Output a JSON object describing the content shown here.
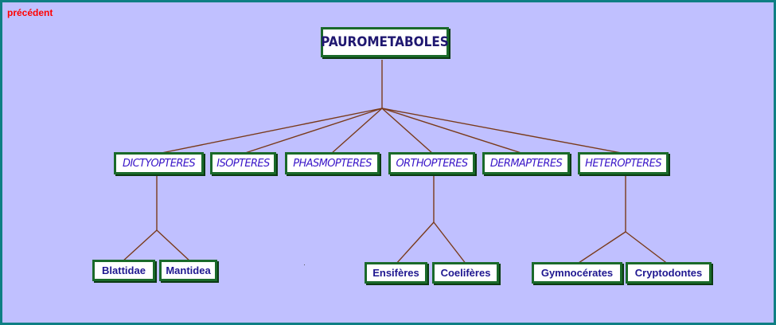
{
  "nav": {
    "previous_label": "précédent"
  },
  "diagram": {
    "root": "PAUROMETABOLES",
    "orders": [
      "DICTYOPTERES",
      "ISOPTERES",
      "PHASMOPTERES",
      "ORTHOPTERES",
      "DERMAPTERES",
      "HETEROPTERES"
    ],
    "families": {
      "dictyopteres": [
        "Blattidae",
        "Mantidea"
      ],
      "orthopteres": [
        "Ensifères",
        "Coelifères"
      ],
      "heteropteres": [
        "Gymnocérates",
        "Cryptodontes"
      ]
    }
  },
  "colors": {
    "background": "#c0c0ff",
    "frame": "#0e7f83",
    "box_border": "#1a6a2a",
    "connector": "#7a3a1a",
    "label_text": "#3a16c8",
    "link": "#ff0000"
  }
}
